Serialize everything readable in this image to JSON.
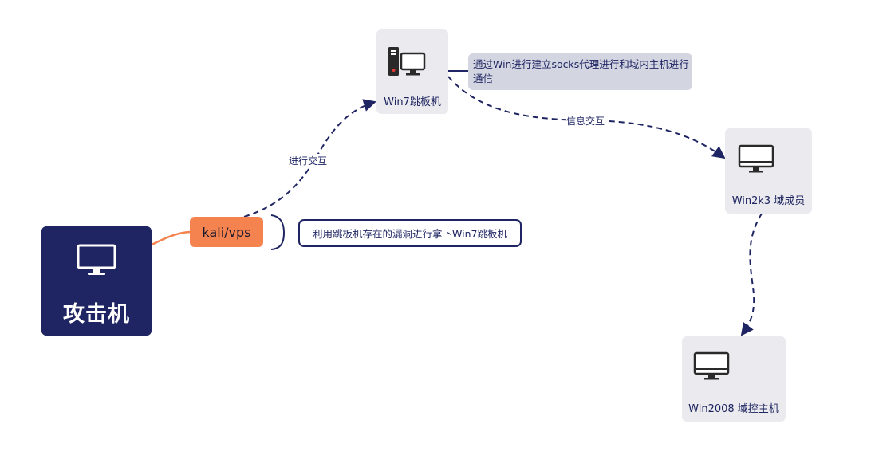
{
  "root": {
    "title": "攻击机",
    "icon": "monitor-icon"
  },
  "kali": {
    "label": "kali/vps"
  },
  "note": {
    "text": "利用跳板机存在的漏洞进行拿下Win7跳板机"
  },
  "nodes": {
    "win7": {
      "label": "Win7跳板机",
      "icon": "desktop-tower-icon"
    },
    "win2k3": {
      "label": "Win2k3 域成员",
      "icon": "monitor-icon"
    },
    "win2008": {
      "label": "Win2008 域控主机",
      "icon": "monitor-icon"
    }
  },
  "callout": {
    "line1": "通过Win进行建立socks代理进行和域内主机进行",
    "line2": "通信"
  },
  "edges": {
    "kali_to_win7": "进行交互",
    "win7_to_win2k3": "信息交互"
  },
  "colors": {
    "navy": "#1f2563",
    "orange": "#f5834f",
    "node_bg": "#ebeaee",
    "callout_bg": "#d3d5e1"
  }
}
